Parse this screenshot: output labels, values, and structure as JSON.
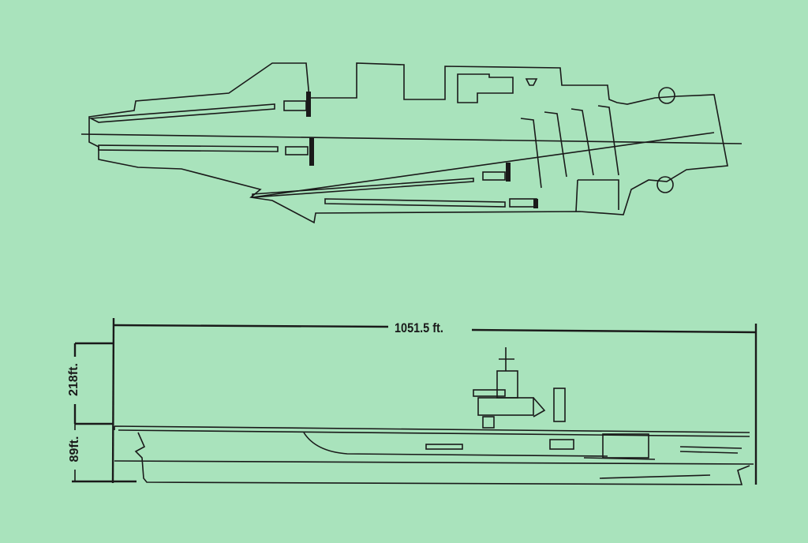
{
  "dimensions": {
    "length": "1051.5 ft.",
    "height_total": "218ft.",
    "height_hull": "89ft."
  },
  "colors": {
    "paper": "#a9e3bc",
    "ink": "#1a1a1a"
  }
}
